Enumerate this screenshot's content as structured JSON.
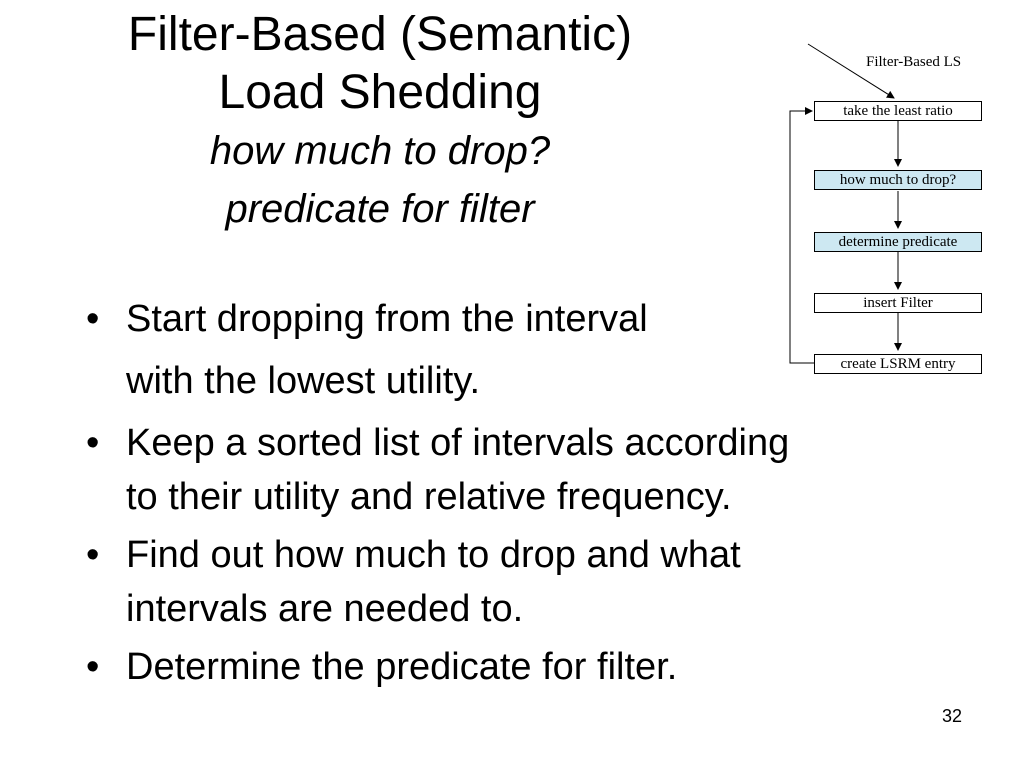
{
  "slide": {
    "title_lines": [
      "Filter-Based (Semantic)",
      "Load Shedding"
    ],
    "subtitle_lines": [
      "how much to drop?",
      "predicate for filter"
    ],
    "bullets": [
      {
        "lines": [
          "Start dropping from the interval",
          "with the lowest utility."
        ]
      },
      {
        "lines": [
          "Keep a sorted list of intervals according",
          "to their utility and relative frequency."
        ]
      },
      {
        "lines": [
          "Find out how much to drop and what",
          "intervals are needed to."
        ]
      },
      {
        "lines": [
          "Determine the predicate for filter."
        ]
      }
    ],
    "bullet_symbol": "•",
    "page_number": "32"
  },
  "diagram": {
    "label": "Filter-Based LS",
    "steps": [
      {
        "label": "take the least ratio",
        "highlighted": false
      },
      {
        "label": "how much to drop?",
        "highlighted": true
      },
      {
        "label": "determine predicate",
        "highlighted": true
      },
      {
        "label": "insert Filter",
        "highlighted": false
      },
      {
        "label": "create LSRM entry",
        "highlighted": false
      }
    ],
    "highlight_color": "#cde8f2"
  }
}
